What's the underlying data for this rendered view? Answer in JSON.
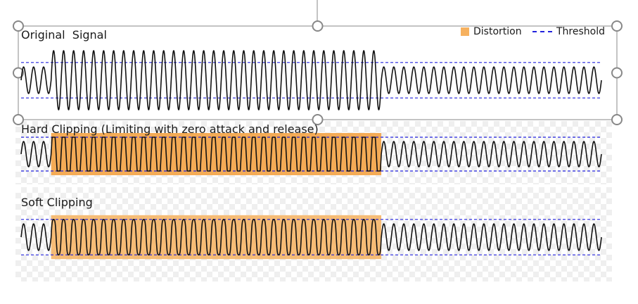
{
  "colors": {
    "wave": "#111111",
    "threshold": "#2222dd",
    "distortion": "#f6b15f",
    "distortion_hard": "#f3a64d",
    "selection": "#888888"
  },
  "legend": {
    "distortion_label": "Distortion",
    "threshold_label": "Threshold"
  },
  "panels": [
    {
      "id": "original",
      "title": "Original  Signal",
      "clip": "none"
    },
    {
      "id": "hard",
      "title": "Hard Clipping (Limiting with zero attack and release)",
      "clip": "hard"
    },
    {
      "id": "soft",
      "title": "Soft Clipping",
      "clip": "soft"
    }
  ],
  "signal": {
    "quiet_cycles_start": 3,
    "loud_cycles": 33,
    "quiet_cycles_end": 22,
    "quiet_amplitude": 0.45,
    "loud_amplitude": 1.0,
    "threshold": 0.6
  }
}
